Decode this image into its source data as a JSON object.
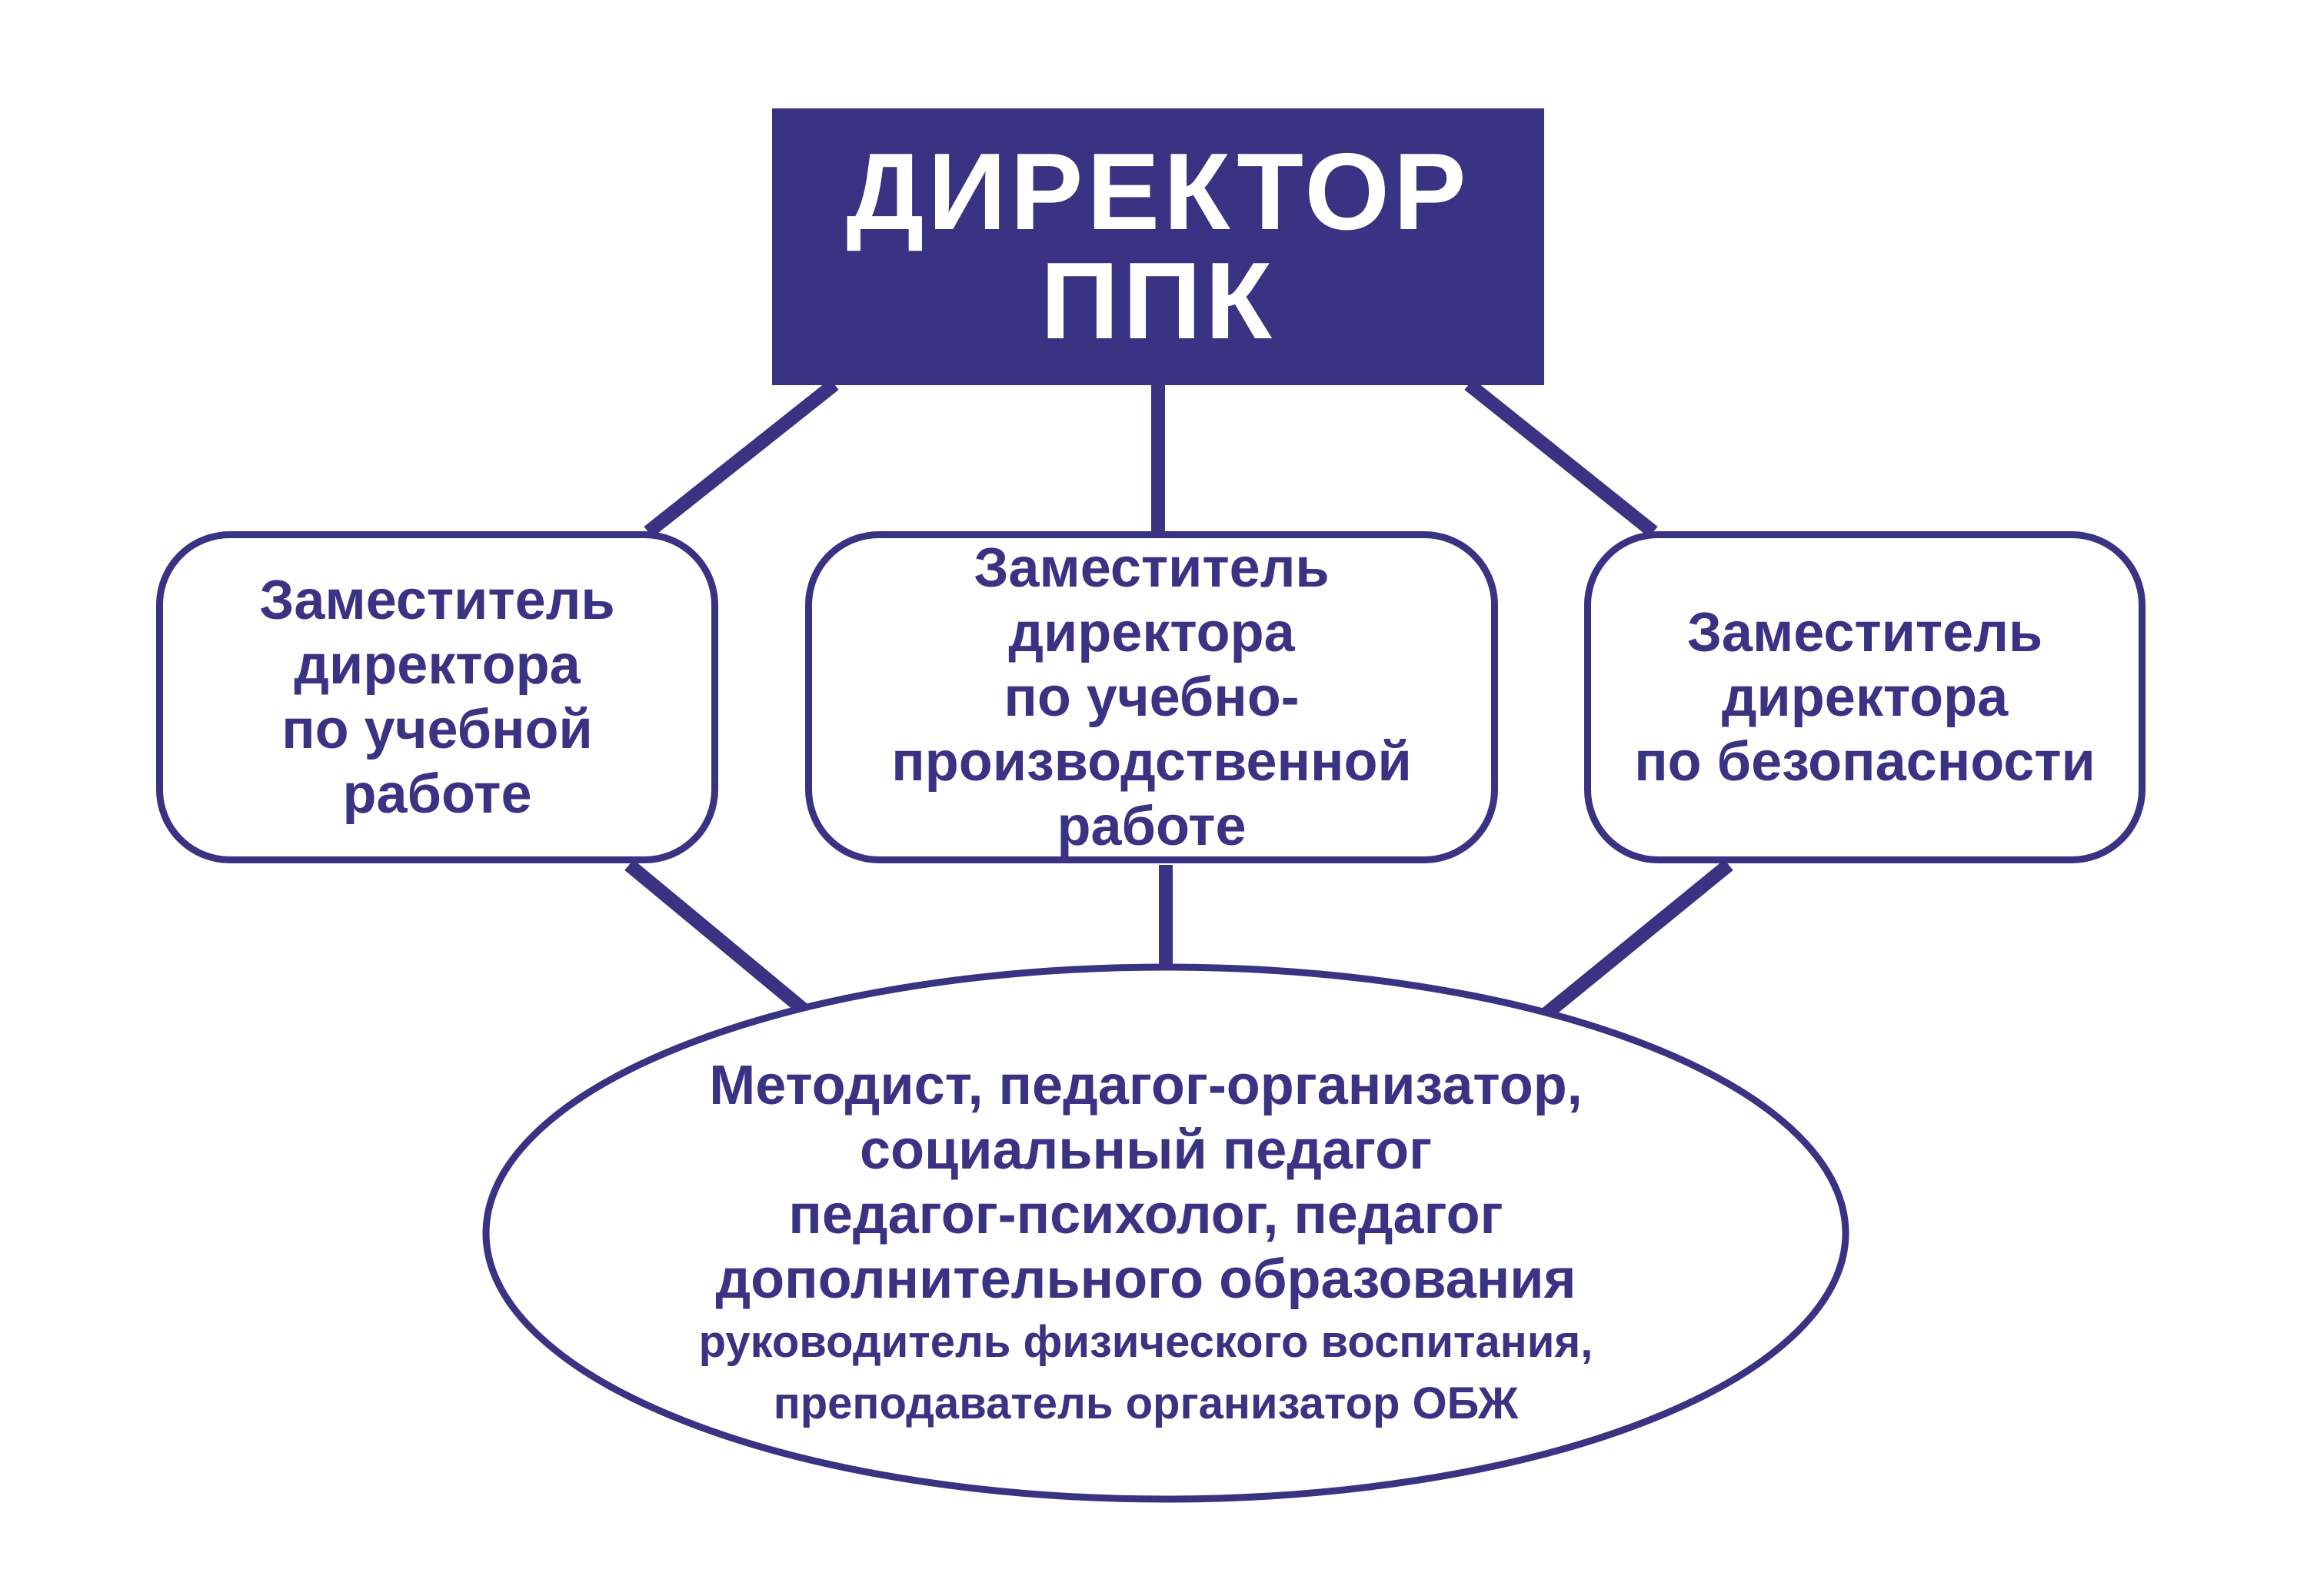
{
  "colors": {
    "primary": "#3a3283",
    "background": "#ffffff"
  },
  "director": {
    "lines": [
      "ДИРЕКТОР",
      "ППК"
    ]
  },
  "deputies": [
    {
      "lines": [
        "Заместитель",
        "директора",
        "по учебной",
        "работе"
      ]
    },
    {
      "lines": [
        "Заместитель",
        "директора",
        "по учебно-",
        "производственной",
        "работе"
      ]
    },
    {
      "lines": [
        "Заместитель",
        "директора",
        "по безопасности"
      ]
    }
  ],
  "staff": {
    "lines": [
      "Методист, педагог-организатор,",
      "социальный педагог",
      "педагог-психолог, педагог",
      "дополнительного образования"
    ],
    "small_lines": [
      "руководитель физического воспитания,",
      "преподаватель организатор ОБЖ"
    ]
  }
}
